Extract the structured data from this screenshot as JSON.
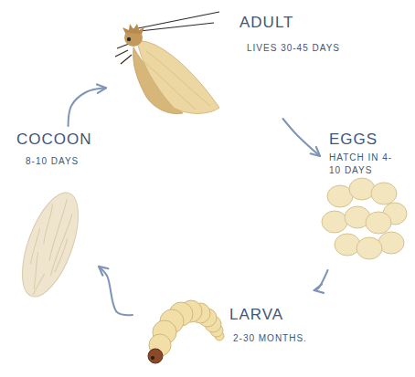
{
  "diagram": {
    "nodes": [
      {
        "text": [
          "ADULT",
          "LIVES 30-45 DAYS"
        ]
      },
      {
        "text": [
          "EGGS",
          "HATCH IN 4-10 DAYS"
        ]
      },
      {
        "text": [
          "LARVA",
          "2-30 MONTHS."
        ]
      },
      {
        "text": [
          "COCOON",
          "8-10 DAYS"
        ]
      }
    ],
    "edges": [
      {
        "from": 0,
        "to": 1,
        "arrow": "to"
      },
      {
        "from": 1,
        "to": 2,
        "arrow": "to"
      },
      {
        "from": 2,
        "to": 3,
        "arrow": "to"
      },
      {
        "from": 3,
        "to": 0,
        "arrow": "to"
      }
    ]
  }
}
